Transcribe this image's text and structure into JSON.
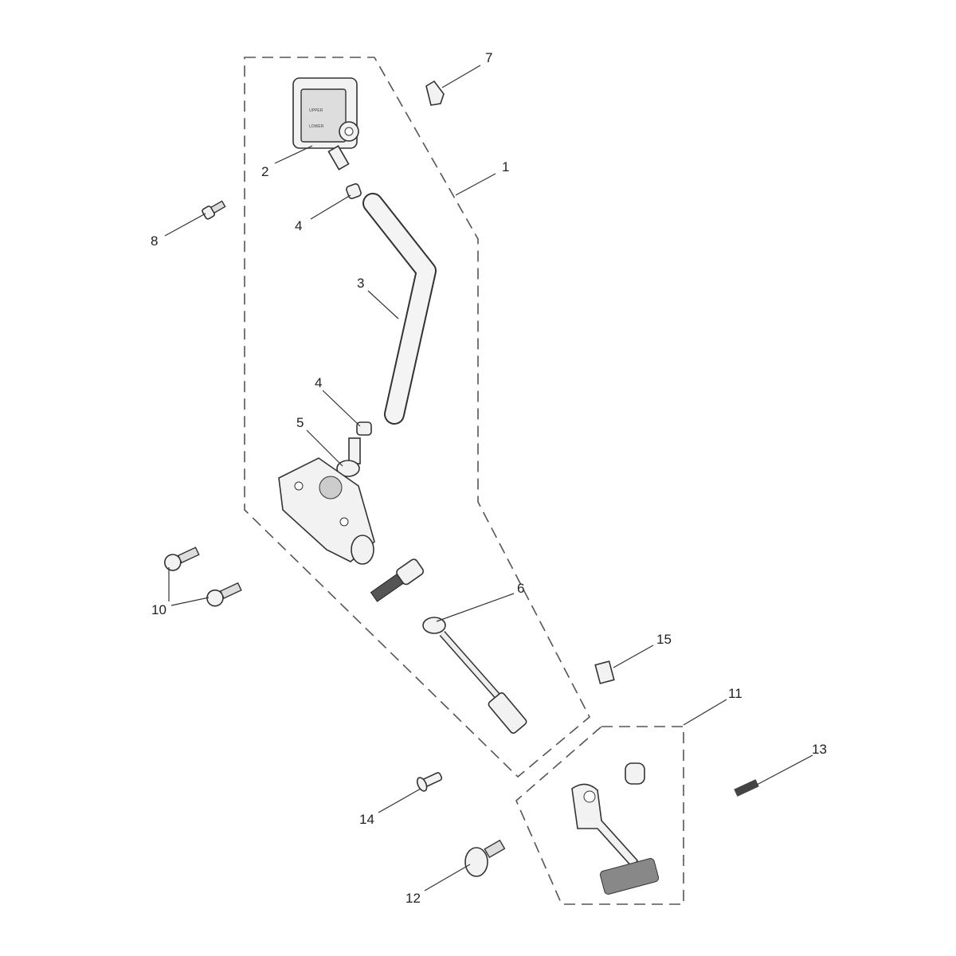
{
  "diagram": {
    "callouts": [
      "1",
      "2",
      "3",
      "4",
      "4",
      "5",
      "6",
      "7",
      "8",
      "10",
      "11",
      "12",
      "13",
      "14",
      "15"
    ],
    "reservoir_text": {
      "upper": "UPPER",
      "lower": "LOWER"
    }
  }
}
